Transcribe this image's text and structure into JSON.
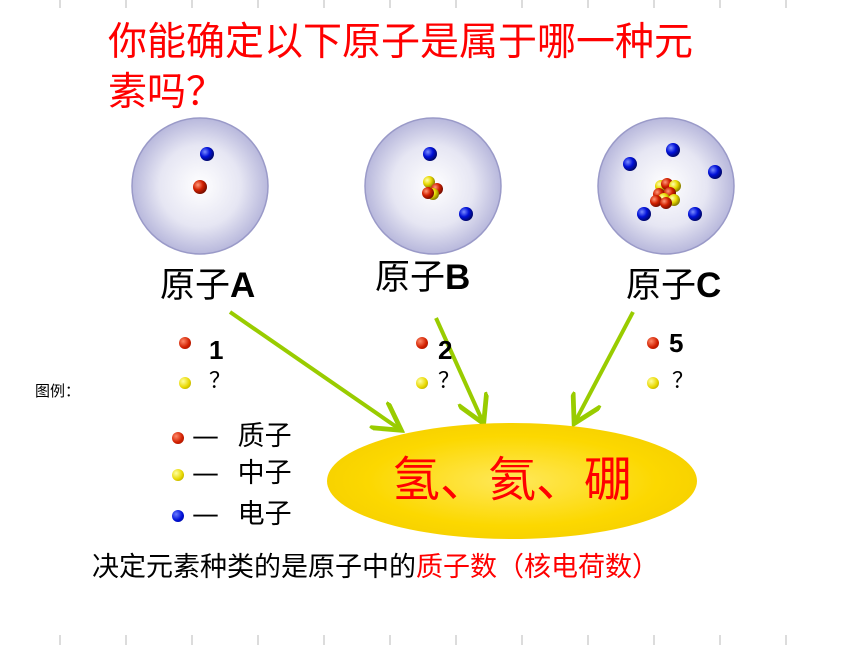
{
  "title": "你能确定以下原子是属于哪一种元素吗？",
  "atoms": [
    {
      "label_prefix": "原子",
      "label_letter": "A",
      "proton_count": "1",
      "neutron_count": "？"
    },
    {
      "label_prefix": "原子",
      "label_letter": "B",
      "proton_count": "2",
      "neutron_count": "？"
    },
    {
      "label_prefix": "原子",
      "label_letter": "C",
      "proton_count": "5",
      "neutron_count": "？"
    }
  ],
  "legend": {
    "title": "图例：",
    "items": [
      {
        "dash": "—",
        "label": "质子",
        "color": "#d22000"
      },
      {
        "dash": "—",
        "label": "中子",
        "color": "#e8d800"
      },
      {
        "dash": "—",
        "label": "电子",
        "color": "#0010d8"
      }
    ]
  },
  "answer": "氢、氦、硼",
  "conclusion": {
    "text": "决定元素种类的是原子中的",
    "highlight": "质子数（核电荷数）"
  },
  "colors": {
    "title": "#ff0000",
    "arrow": "#99cc00",
    "ellipse": "#fcd800",
    "shell": "#c8c8e6"
  }
}
